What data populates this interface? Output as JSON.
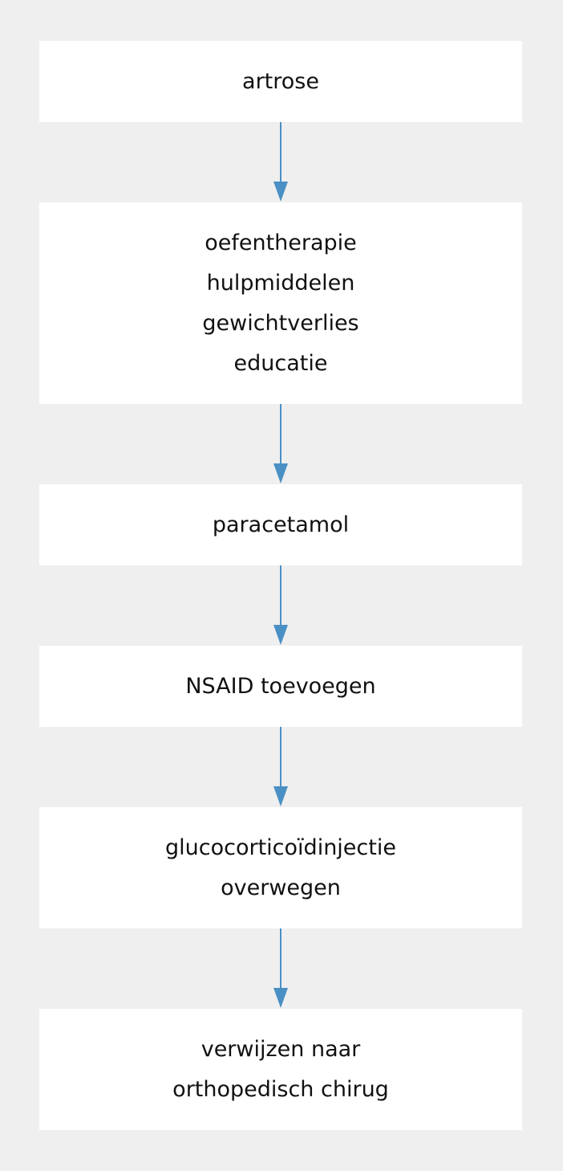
{
  "colors": {
    "background": "#efefef",
    "box": "#ffffff",
    "arrow": "#4a90c4",
    "text": "#111111"
  },
  "steps": [
    {
      "lines": [
        "artrose"
      ]
    },
    {
      "lines": [
        "oefentherapie",
        "hulpmiddelen",
        "gewichtverlies",
        "educatie"
      ]
    },
    {
      "lines": [
        "paracetamol"
      ]
    },
    {
      "lines": [
        "NSAID toevoegen"
      ]
    },
    {
      "lines": [
        "glucocorticoïdinjectie",
        "overwegen"
      ]
    },
    {
      "lines": [
        "verwijzen naar",
        "orthopedisch chirug"
      ]
    }
  ]
}
